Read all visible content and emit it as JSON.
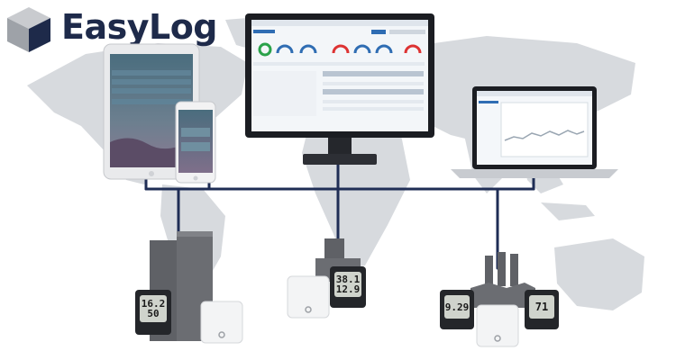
{
  "brand": {
    "name": "EasyLog",
    "colors": {
      "navy": "#1e2a4a",
      "map": "#d4d7dc",
      "bus": "#1f2d55"
    }
  },
  "devices": {
    "logger_left": {
      "line1": "16.2",
      "line2": "50"
    },
    "logger_mid": {
      "line1": "38.1",
      "line2": "12.9"
    },
    "logger_right_a": {
      "line1": "9.29"
    },
    "logger_right_b": {
      "line1": "71"
    }
  },
  "icons": [
    "cube-logo-icon",
    "world-map",
    "tablet-device",
    "phone-device",
    "desktop-monitor",
    "laptop-device",
    "cloud-bus",
    "data-logger",
    "wireless-sensor",
    "factory-building"
  ]
}
